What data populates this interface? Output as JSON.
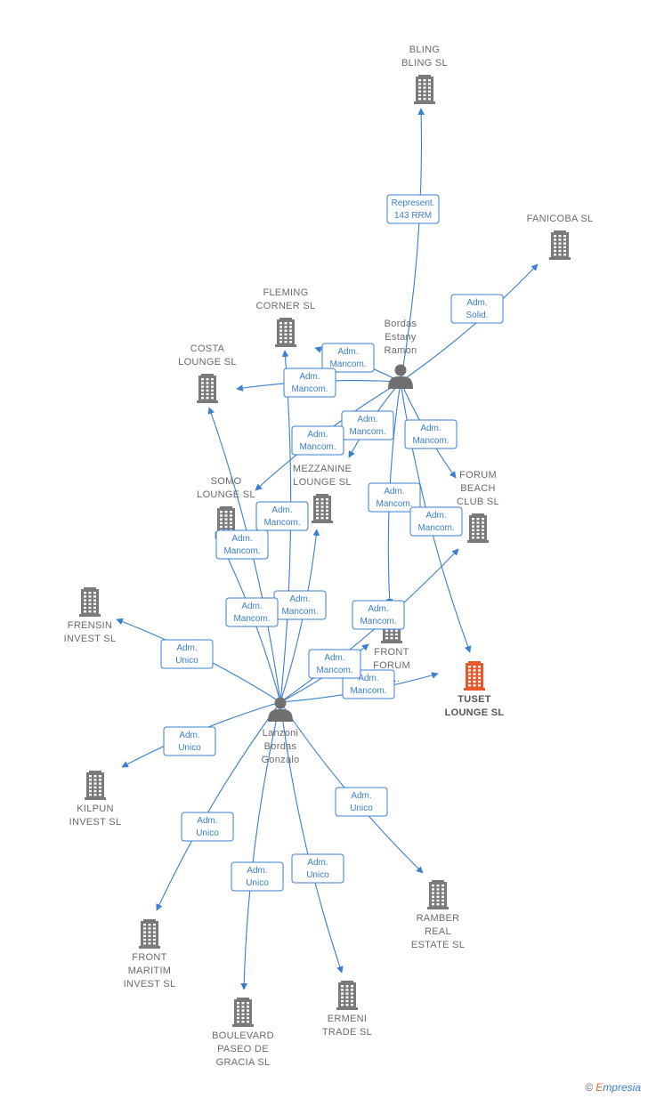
{
  "colors": {
    "edge": "#3a7fd0",
    "company": "#7a7a7a",
    "highlight": "#e8582a",
    "person": "#6f6f6f"
  },
  "footer": {
    "copyright": "©",
    "brand_initial": "E",
    "brand_rest": "mpresia"
  },
  "nodes": [
    {
      "id": "bling",
      "type": "company",
      "label": [
        "BLING",
        "BLING  SL"
      ]
    },
    {
      "id": "fanicoba",
      "type": "company",
      "label": [
        "FANICOBA  SL"
      ]
    },
    {
      "id": "fleming",
      "type": "company",
      "label": [
        "FLEMING",
        "CORNER  SL"
      ]
    },
    {
      "id": "costa",
      "type": "company",
      "label": [
        "COSTA",
        "LOUNGE  SL"
      ]
    },
    {
      "id": "bordas",
      "type": "person",
      "label": [
        "Bordas",
        "Estany",
        "Ramon"
      ]
    },
    {
      "id": "mezzanine",
      "type": "company",
      "label": [
        "MEZZANINE",
        "LOUNGE  SL"
      ]
    },
    {
      "id": "somo",
      "type": "company",
      "label": [
        "SOMO",
        "LOUNGE  SL"
      ]
    },
    {
      "id": "forumbeach",
      "type": "company",
      "label": [
        "FORUM",
        "BEACH",
        "CLUB  SL"
      ]
    },
    {
      "id": "frensin",
      "type": "company",
      "label": [
        "FRENSIN",
        "INVEST  SL"
      ]
    },
    {
      "id": "frontforum",
      "type": "company",
      "label": [
        "FRONT",
        "FORUM",
        "H..."
      ]
    },
    {
      "id": "tuset",
      "type": "company",
      "highlight": true,
      "label": [
        "TUSET",
        "LOUNGE  SL"
      ]
    },
    {
      "id": "lanzoni",
      "type": "person",
      "label": [
        "Lanzoni",
        "Bordas",
        "Gonzalo"
      ]
    },
    {
      "id": "kilpun",
      "type": "company",
      "label": [
        "KILPUN",
        "INVEST  SL"
      ]
    },
    {
      "id": "ramber",
      "type": "company",
      "label": [
        "RAMBER",
        "REAL",
        "ESTATE  SL"
      ]
    },
    {
      "id": "frontmaritim",
      "type": "company",
      "label": [
        "FRONT",
        "MARITIM",
        "INVEST  SL"
      ]
    },
    {
      "id": "ermeni",
      "type": "company",
      "label": [
        "ERMENI",
        "TRADE  SL"
      ]
    },
    {
      "id": "boulevard",
      "type": "company",
      "label": [
        "BOULEVARD",
        "PASEO DE",
        "GRACIA  SL"
      ]
    }
  ],
  "edges": [
    {
      "from": "bordas",
      "to": "bling",
      "label": [
        "Represent.",
        "143 RRM"
      ]
    },
    {
      "from": "bordas",
      "to": "fanicoba",
      "label": [
        "Adm.",
        "Solid."
      ]
    },
    {
      "from": "bordas",
      "to": "fleming",
      "label": [
        "Adm.",
        "Mancom."
      ]
    },
    {
      "from": "bordas",
      "to": "costa",
      "label": [
        "Adm.",
        "Mancom."
      ]
    },
    {
      "from": "bordas",
      "to": "mezzanine",
      "label": [
        "Adm.",
        "Mancom."
      ]
    },
    {
      "from": "bordas",
      "to": "somo",
      "label": [
        "Adm.",
        "Mancom."
      ]
    },
    {
      "from": "bordas",
      "to": "forumbeach",
      "label": [
        "Adm.",
        "Mancom."
      ]
    },
    {
      "from": "bordas",
      "to": "frontforum",
      "label": [
        "Adm.",
        "Mancom."
      ]
    },
    {
      "from": "bordas",
      "to": "tuset",
      "label": []
    },
    {
      "from": "lanzoni",
      "to": "costa",
      "label": [
        "Adm.",
        "Mancom."
      ]
    },
    {
      "from": "lanzoni",
      "to": "fleming",
      "label": []
    },
    {
      "from": "lanzoni",
      "to": "somo",
      "label": [
        "Adm.",
        "Mancom."
      ]
    },
    {
      "from": "lanzoni",
      "to": "mezzanine",
      "label": [
        "Adm.",
        "Mancom."
      ]
    },
    {
      "from": "lanzoni",
      "to": "forumbeach",
      "label": [
        "Adm.",
        "Mancom."
      ]
    },
    {
      "from": "lanzoni",
      "to": "frontforum",
      "label": [
        "Adm.",
        "Mancom."
      ]
    },
    {
      "from": "lanzoni",
      "to": "tuset",
      "label": [
        "Adm.",
        "Mancom."
      ]
    },
    {
      "from": "lanzoni",
      "to": "frensin",
      "label": [
        "Adm.",
        "Unico"
      ]
    },
    {
      "from": "lanzoni",
      "to": "kilpun",
      "label": [
        "Adm.",
        "Unico"
      ]
    },
    {
      "from": "lanzoni",
      "to": "frontmaritim",
      "label": [
        "Adm.",
        "Unico"
      ]
    },
    {
      "from": "lanzoni",
      "to": "boulevard",
      "label": [
        "Adm.",
        "Unico"
      ]
    },
    {
      "from": "lanzoni",
      "to": "ermeni",
      "label": [
        "Adm.",
        "Unico"
      ]
    },
    {
      "from": "lanzoni",
      "to": "ramber",
      "label": [
        "Adm.",
        "Unico"
      ]
    }
  ]
}
